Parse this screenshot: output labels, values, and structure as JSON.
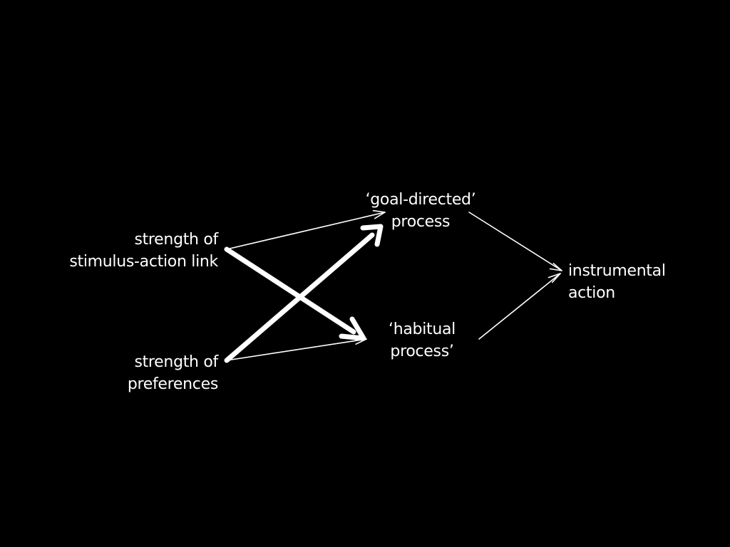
{
  "diagram": {
    "nodes": {
      "stimulus_action": {
        "lines": [
          "strength of",
          "stimulus-action link"
        ]
      },
      "preferences": {
        "lines": [
          "strength of",
          "preferences"
        ]
      },
      "goal_directed": {
        "lines": [
          "‘goal-directed’",
          "process"
        ]
      },
      "habitual": {
        "lines": [
          "‘habitual",
          "process’"
        ]
      },
      "instrumental": {
        "lines": [
          "instrumental",
          "action"
        ]
      }
    },
    "edges": [
      {
        "from": "stimulus_action",
        "to": "goal_directed",
        "weight": "thin"
      },
      {
        "from": "stimulus_action",
        "to": "habitual",
        "weight": "thick"
      },
      {
        "from": "preferences",
        "to": "goal_directed",
        "weight": "thick"
      },
      {
        "from": "preferences",
        "to": "habitual",
        "weight": "thin"
      },
      {
        "from": "goal_directed",
        "to": "instrumental",
        "weight": "thin"
      },
      {
        "from": "habitual",
        "to": "instrumental",
        "weight": "thin"
      }
    ],
    "colors": {
      "background": "#000000",
      "foreground": "#ffffff"
    }
  }
}
